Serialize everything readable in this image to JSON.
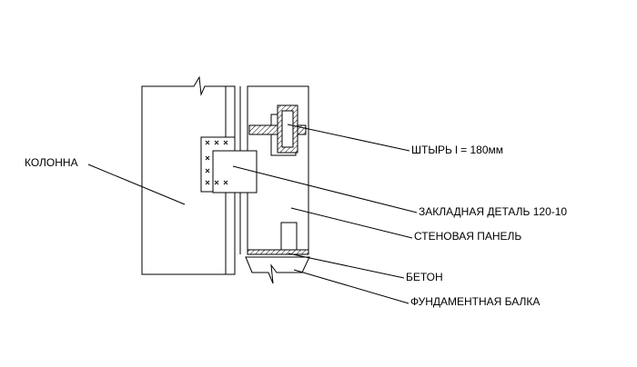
{
  "colors": {
    "line": "#000000",
    "background": "#ffffff"
  },
  "labels": {
    "column": "КОЛОННА",
    "pin": "ШТЫРЬ l = 180мм",
    "embedded_part": "ЗАКЛАДНАЯ ДЕТАЛЬ 120-10",
    "wall_panel": "СТЕНОВАЯ ПАНЕЛЬ",
    "concrete": "БЕТОН",
    "foundation_beam": "ФУНДАМЕНТНАЯ БАЛКА"
  }
}
